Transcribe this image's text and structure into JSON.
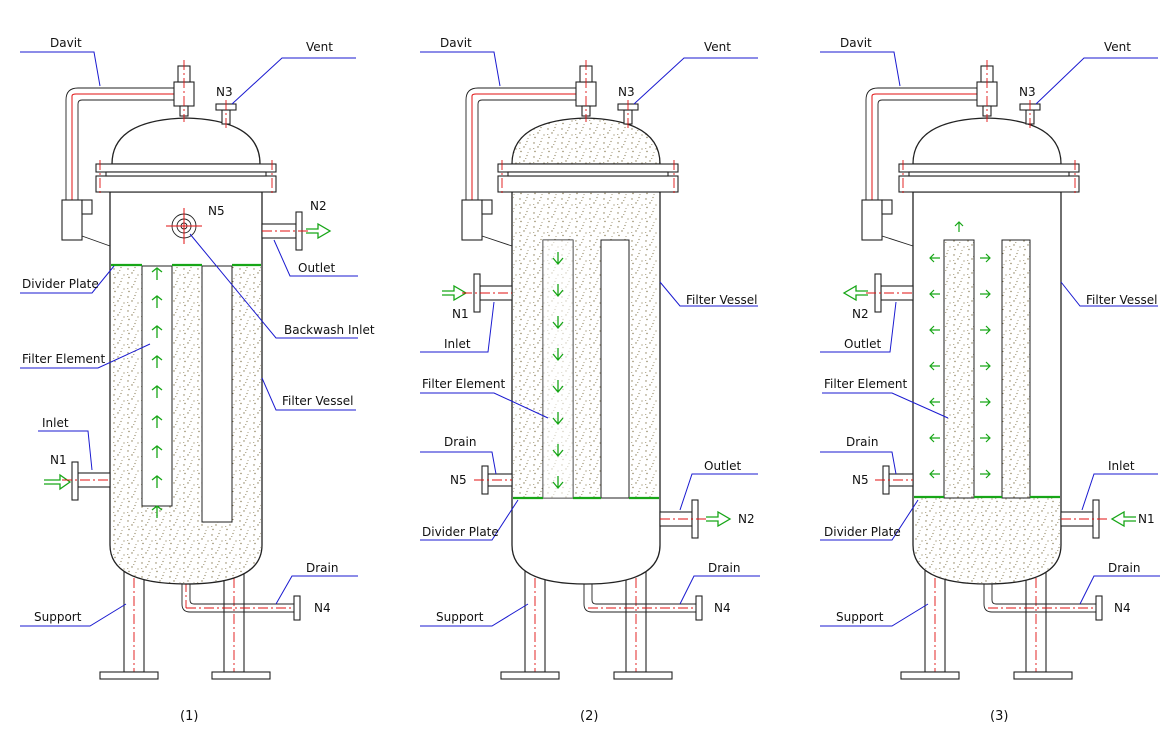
{
  "colors": {
    "outline": "#222222",
    "leader": "#1a1ad0",
    "centerline": "#e01010",
    "divider_plate": "#17a617",
    "flow_arrow": "#17a617",
    "media_flow": "#6b6b3a",
    "speckle": "#8a7d55"
  },
  "panels": [
    {
      "caption": "(1)",
      "labels": {
        "davit": "Davit",
        "vent": "Vent",
        "n3": "N3",
        "n5": "N5",
        "n2": "N2",
        "outlet": "Outlet",
        "backwash": "Backwash Inlet",
        "divider": "Divider Plate",
        "filter_element": "Filter Element",
        "filter_vessel": "Filter Vessel",
        "inlet": "Inlet",
        "n1": "N1",
        "support": "Support",
        "drain": "Drain",
        "n4": "N4"
      }
    },
    {
      "caption": "(2)",
      "labels": {
        "davit": "Davit",
        "vent": "Vent",
        "n3": "N3",
        "filter_vessel": "Filter Vessel",
        "n1": "N1",
        "inlet": "Inlet",
        "filter_element": "Filter Element",
        "drain_top": "Drain",
        "n5": "N5",
        "outlet": "Outlet",
        "n2": "N2",
        "divider": "Divider Plate",
        "support": "Support",
        "drain": "Drain",
        "n4": "N4"
      }
    },
    {
      "caption": "(3)",
      "labels": {
        "davit": "Davit",
        "vent": "Vent",
        "n3": "N3",
        "filter_vessel": "Filter Vessel",
        "n2": "N2",
        "outlet": "Outlet",
        "filter_element": "Filter Element",
        "drain_top": "Drain",
        "n5": "N5",
        "inlet": "Inlet",
        "n1": "N1",
        "divider": "Divider Plate",
        "support": "Support",
        "drain": "Drain",
        "n4": "N4"
      }
    }
  ]
}
